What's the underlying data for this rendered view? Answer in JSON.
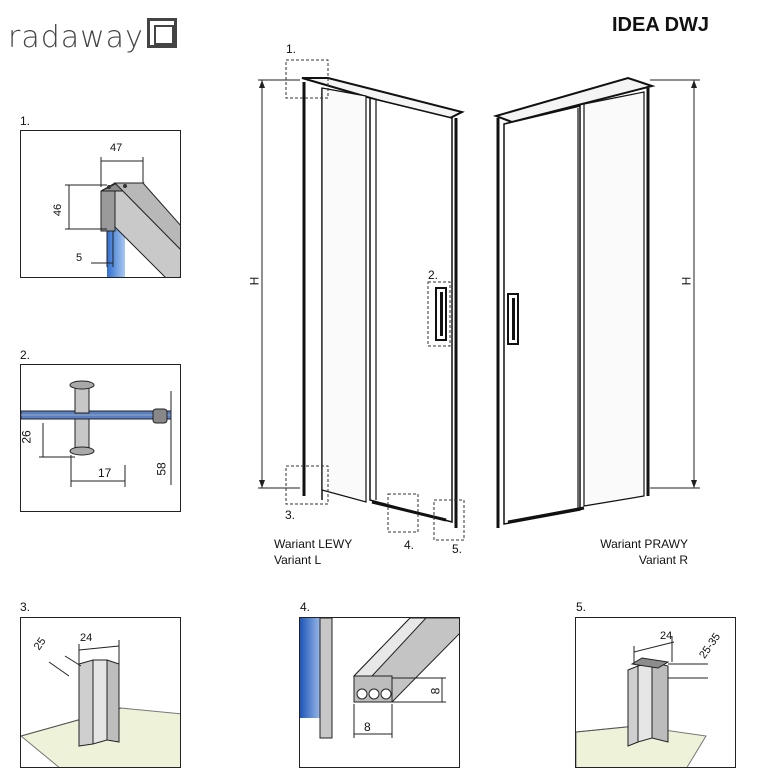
{
  "brand": {
    "logo_text": "radaway"
  },
  "title": "IDEA DWJ",
  "callouts": {
    "c1": "1.",
    "c2": "2.",
    "c3": "3.",
    "c4": "4.",
    "c5": "5."
  },
  "height_label": "H",
  "variant_left": {
    "line1": "Wariant LEWY",
    "line2": "Variant L"
  },
  "variant_right": {
    "line1": "Wariant PRAWY",
    "line2": "Variant R"
  },
  "detail1": {
    "label": "1.",
    "dims": [
      "47",
      "46",
      "5"
    ]
  },
  "detail2": {
    "label": "2.",
    "dims": [
      "26",
      "17",
      "58"
    ]
  },
  "detail3": {
    "label": "3.",
    "dims": [
      "25",
      "24"
    ]
  },
  "detail4": {
    "label": "4.",
    "dims": [
      "8",
      "8"
    ]
  },
  "detail5": {
    "label": "5.",
    "dims": [
      "24",
      "25-35"
    ]
  }
}
